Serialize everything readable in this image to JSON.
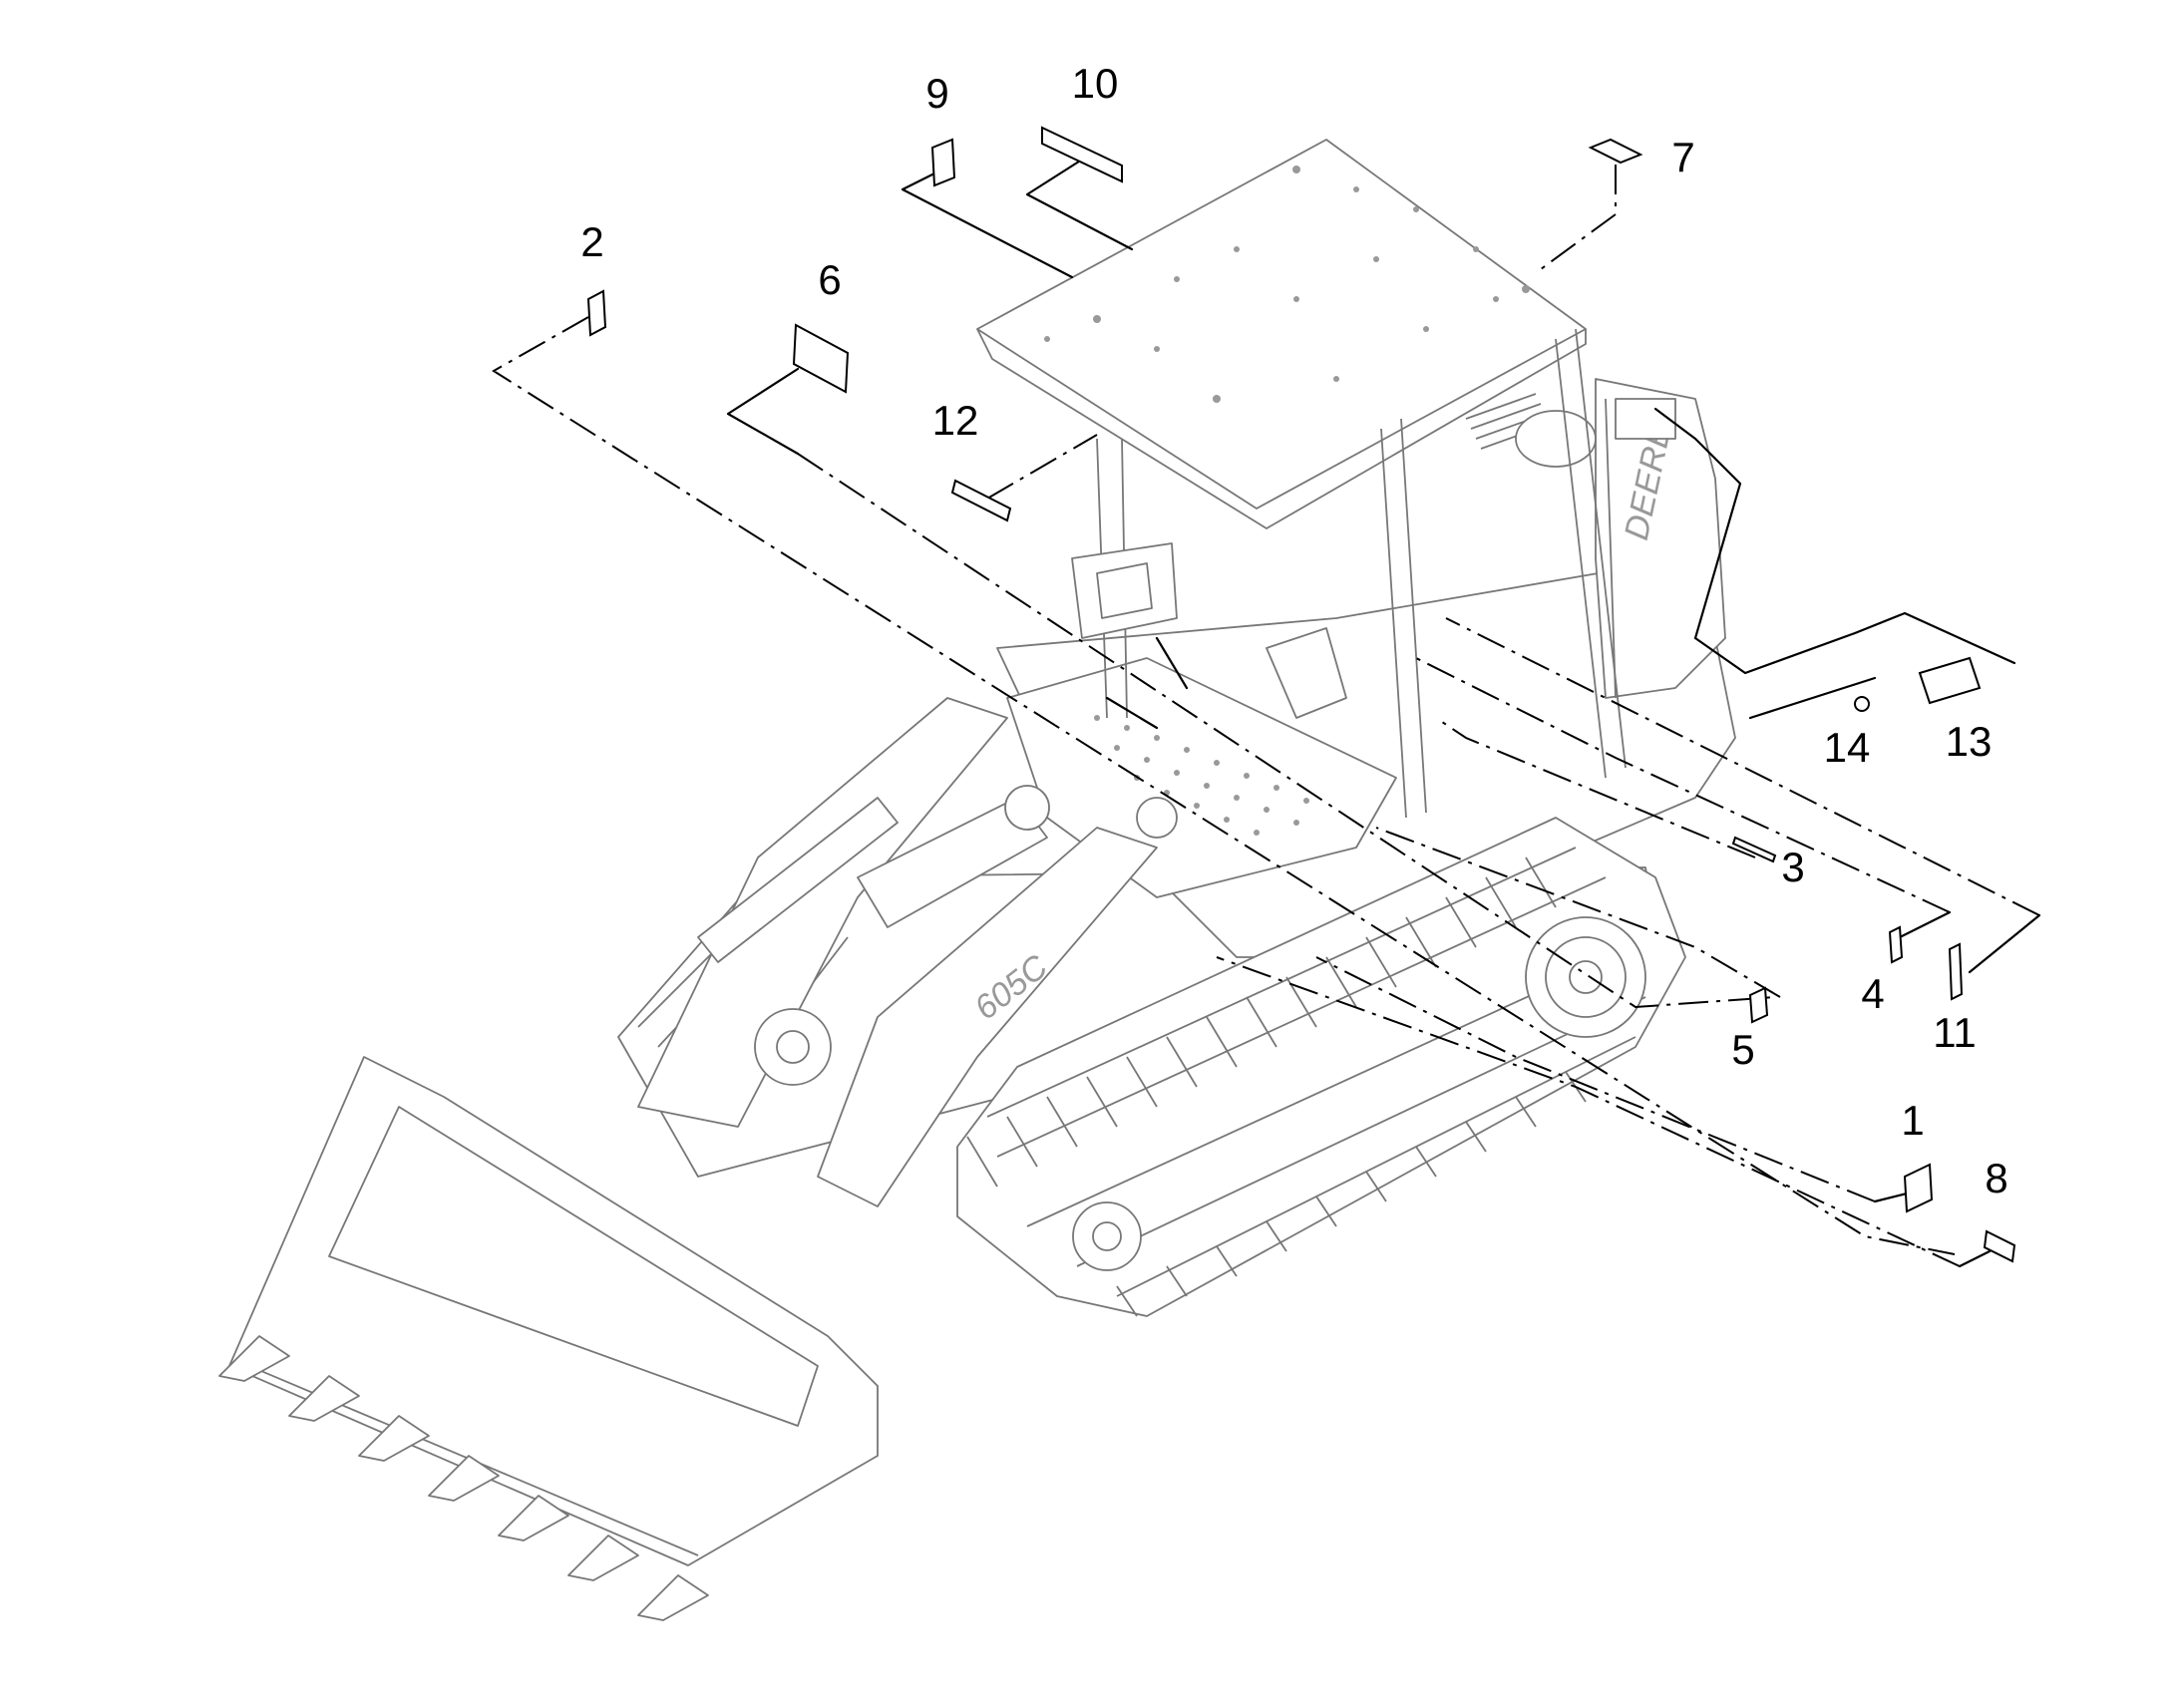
{
  "callouts": [
    {
      "id": "1",
      "label": "1"
    },
    {
      "id": "2",
      "label": "2"
    },
    {
      "id": "3",
      "label": "3"
    },
    {
      "id": "4",
      "label": "4"
    },
    {
      "id": "5",
      "label": "5"
    },
    {
      "id": "6",
      "label": "6"
    },
    {
      "id": "7",
      "label": "7"
    },
    {
      "id": "8",
      "label": "8"
    },
    {
      "id": "9",
      "label": "9"
    },
    {
      "id": "10",
      "label": "10"
    },
    {
      "id": "11",
      "label": "11"
    },
    {
      "id": "12",
      "label": "12"
    },
    {
      "id": "13",
      "label": "13"
    },
    {
      "id": "14",
      "label": "14"
    }
  ],
  "machine": {
    "model_decal": "605C",
    "brand_decal": "DEERE"
  }
}
